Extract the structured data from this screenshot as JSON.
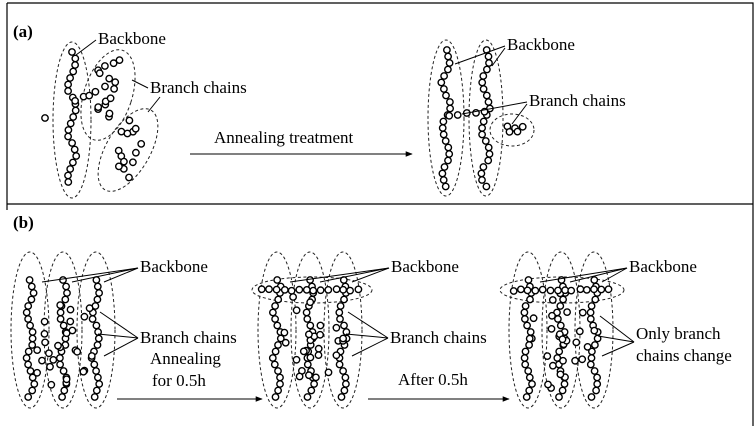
{
  "panel_a": {
    "tag": "(a)",
    "left": {
      "backbone": "Backbone",
      "branch": "Branch chains"
    },
    "arrow_label": "Annealing treatment",
    "right": {
      "backbone": "Backbone",
      "branch": "Branch chains"
    }
  },
  "panel_b": {
    "tag": "(b)",
    "s1": {
      "backbone": "Backbone",
      "branch": "Branch chains"
    },
    "arrow1": {
      "line1": "Annealing",
      "line2": "for 0.5h"
    },
    "s2": {
      "backbone": "Backbone",
      "branch": "Branch chains"
    },
    "arrow2": {
      "line1": "After 0.5h"
    },
    "s3": {
      "backbone": "Backbone",
      "branch1": "Only branch",
      "branch2": "chains change"
    }
  }
}
